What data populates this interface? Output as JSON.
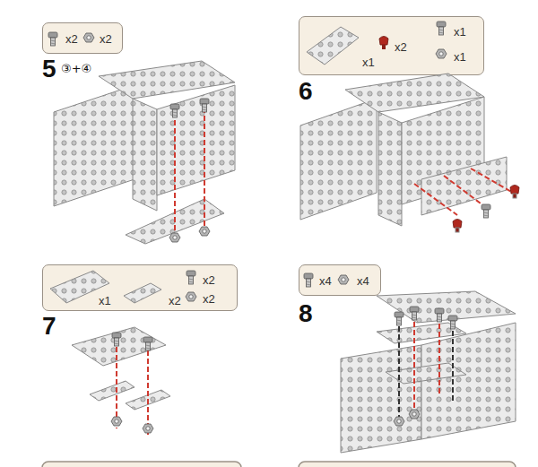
{
  "diagram": {
    "nodes": [
      {
        "text": [
          "x2",
          "x2"
        ]
      },
      {
        "text": [
          "x1",
          "x2",
          "x1",
          "x1"
        ]
      },
      {
        "text": [
          "x1",
          "x2",
          "x2",
          "x2"
        ]
      },
      {
        "text": [
          "x4",
          "x4"
        ]
      }
    ],
    "labels": [
      "5",
      "③+④",
      "6",
      "7",
      "8"
    ]
  }
}
